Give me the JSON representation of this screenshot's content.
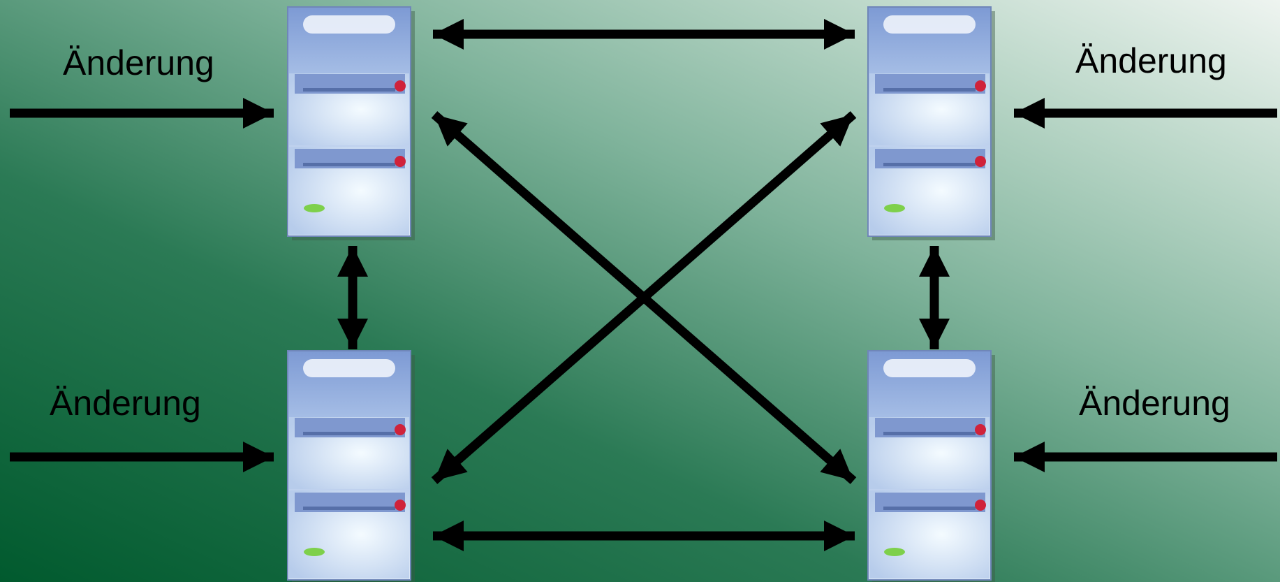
{
  "labels": {
    "top_left": "Änderung",
    "top_right": "Änderung",
    "bottom_left": "Änderung",
    "bottom_right": "Änderung"
  },
  "servers": [
    {
      "id": "top-left",
      "name": "server-top-left"
    },
    {
      "id": "top-right",
      "name": "server-top-right"
    },
    {
      "id": "bottom-left",
      "name": "server-bottom-left"
    },
    {
      "id": "bottom-right",
      "name": "server-bottom-right"
    }
  ],
  "colors": {
    "background_dark": "#015a2e",
    "background_light": "#e6efe9",
    "arrow": "#000000",
    "server_top": "#7f9ed6",
    "server_light": "#eef6fc",
    "indicator_red": "#d0223a",
    "indicator_green": "#7ed04b"
  }
}
